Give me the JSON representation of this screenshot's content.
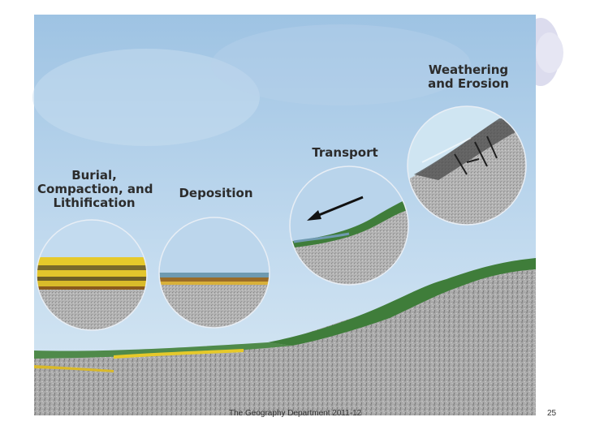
{
  "diagram": {
    "labels": {
      "burial": [
        "Burial,",
        "Compaction, and",
        "Lithification"
      ],
      "deposition": "Deposition",
      "transport": "Transport",
      "weathering": [
        "Weathering",
        "and Erosion"
      ]
    }
  },
  "footer": {
    "credit": "The Geography Department 2011-12",
    "page_number": "25"
  },
  "colors": {
    "sky_top": "#9fc4e4",
    "sky_bottom": "#d7e8f4",
    "rock": "#a8a8a8",
    "vegetation": "#3f7d3a",
    "sediment_yellow": "#e6c92a",
    "sediment_brown": "#8a5a1e",
    "accent_circle": "#dcdcee"
  }
}
